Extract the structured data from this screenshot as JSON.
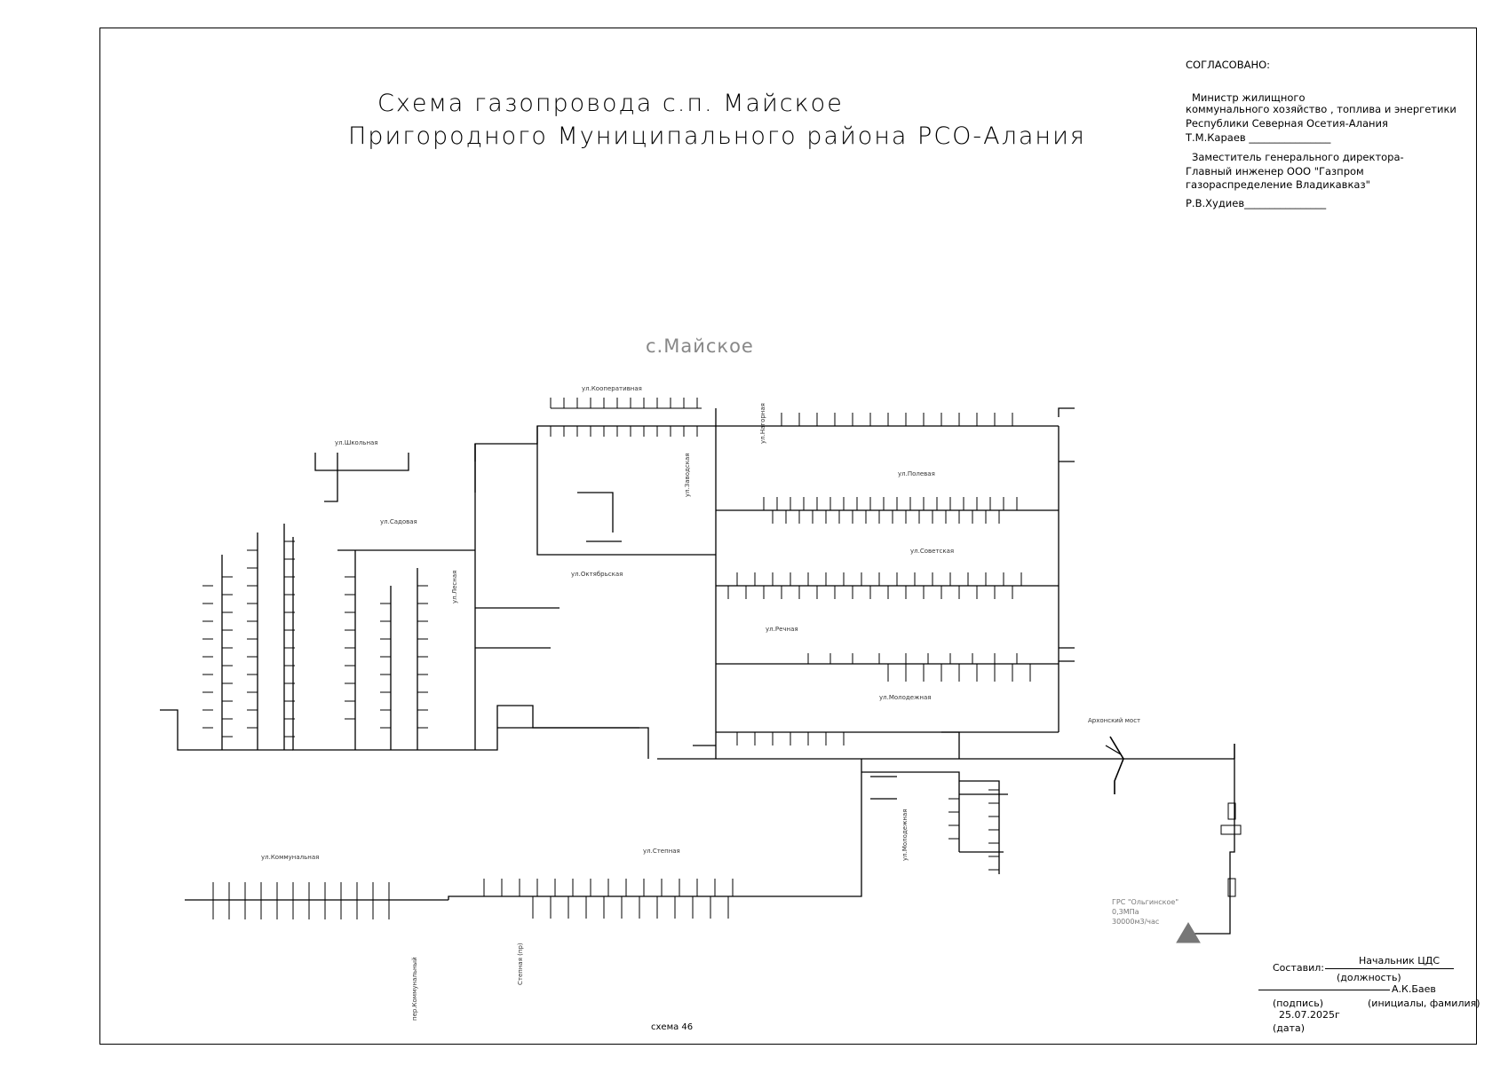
{
  "title": {
    "line1": "Схема газопровода с.п. Майское",
    "line2": "Пригородного   Муниципального района РСО-Алания"
  },
  "approval": {
    "header": "СОГЛАСОВАНО:",
    "minister_line1": "Министр жилищного",
    "minister_line2": "коммунального хозяйство , топлива и энергетики",
    "minister_line3": "Республики Северная Осетия-Алания",
    "minister_sign": "Т.М.Караев ________________",
    "deputy_line1": "Заместитель генерального директора-",
    "deputy_line2": "Главный инженер  ООО \"Газпром",
    "deputy_line3": "газораспределение Владикавказ\"",
    "deputy_sign": "Р.В.Худиев________________"
  },
  "village_label": "с.Майское",
  "grs": {
    "line1": "ГРС \"Ольгинское\"",
    "line2": "0,3МПа",
    "line3": "30000м3/час"
  },
  "gate_label": "Архонский мост",
  "compiled": {
    "label": "Составил:",
    "position_value": "Начальник ЦДС",
    "position_caption": "(должность)",
    "name_value": "А.К.Баев",
    "signature_caption": "(подпись)",
    "name_caption": "(инициалы, фамилия)",
    "date_value": "25.07.2025г",
    "date_caption": "(дата)"
  },
  "scheme_number": "схема 46",
  "streets": {
    "s1": "ул.Кооперативная",
    "s2": "ул.Заводская",
    "s3": "ул.Школьная",
    "s4": "ул.Садовая",
    "s5": "ул.Лесная",
    "s6": "ул.Октябрьская",
    "s7": "ул.Полевая",
    "s8": "ул.Советская",
    "s9": "ул.Речная",
    "s10": "ул.Коммунальная",
    "s11": "ул.Степная",
    "s12": "пер.Коммунальный",
    "s13": "ул.Молодежная",
    "s14": "ул.Нагорная",
    "s15": "Степная (пр)"
  },
  "colors": {
    "line": "#000000",
    "grs_triangle": "#777777",
    "label_gray": "#888888"
  }
}
